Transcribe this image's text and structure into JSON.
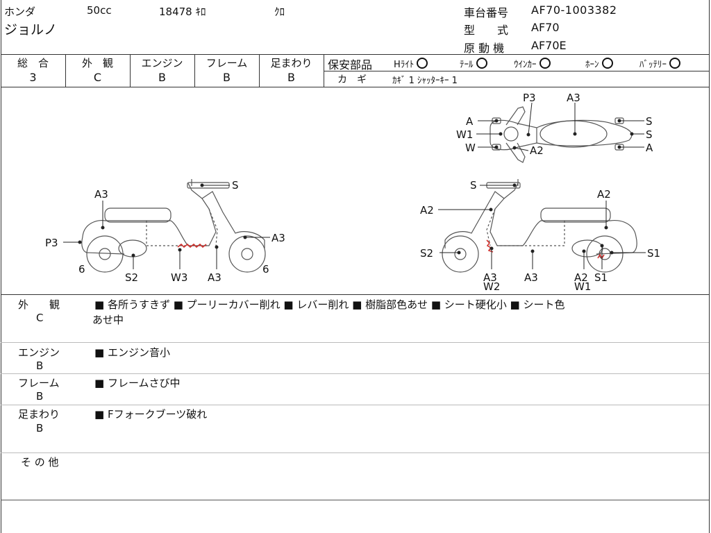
{
  "header": {
    "maker": "ホンダ",
    "displacement": "50cc",
    "mileage": "18478 ｷﾛ",
    "color": "ｸﾛ",
    "model_name": "ジョルノ",
    "frame_no_label": "車台番号",
    "frame_no_value": "AF70-1003382",
    "type_label": "型　　式",
    "type_value": "AF70",
    "engine_label": "原 動 機",
    "engine_value": "AF70E"
  },
  "grades": {
    "cols": [
      {
        "label": "総　合",
        "value": "3"
      },
      {
        "label": "外　観",
        "value": "C"
      },
      {
        "label": "エンジン",
        "value": "B"
      },
      {
        "label": "フレーム",
        "value": "B"
      },
      {
        "label": "足まわり",
        "value": "B"
      }
    ]
  },
  "safety": {
    "label": "保安部品",
    "items": [
      {
        "label": "Hﾗｲﾄ",
        "mark": "O"
      },
      {
        "label": "ﾃｰﾙ",
        "mark": "O"
      },
      {
        "label": "ｳｲﾝｶｰ",
        "mark": "O"
      },
      {
        "label": "ﾎｰﾝ",
        "mark": "O"
      },
      {
        "label": "ﾊﾞｯﾃﾘｰ",
        "mark": "O"
      }
    ],
    "key_label": "カ　ギ",
    "key_value": "ｶｷﾞ 1  ｼｬｯﾀｰｷｰ 1"
  },
  "diagram": {
    "top_labels": [
      "P3",
      "A3",
      "A",
      "W1",
      "W",
      "A2",
      "S",
      "S",
      "A"
    ],
    "left_labels": [
      "S",
      "A3",
      "P3",
      "A3",
      "6",
      "S2",
      "W3",
      "A3",
      "6"
    ],
    "right_labels": [
      "S",
      "A2",
      "A2",
      "S2",
      "A3",
      "W2",
      "A3",
      "A2",
      "W1",
      "S1",
      "S1"
    ]
  },
  "remarks": [
    {
      "category": "外　　観",
      "grade": "C",
      "lines": [
        "■ 各所うすきず ■ プーリーカバー削れ ■ レバー削れ ■ 樹脂部色あせ ■ シート硬化小 ■ シート色",
        "あせ中"
      ]
    },
    {
      "category": "エンジン",
      "grade": "B",
      "lines": [
        "■ エンジン音小"
      ]
    },
    {
      "category": "フレーム",
      "grade": "B",
      "lines": [
        "■ フレームさび中"
      ]
    },
    {
      "category": "足まわり",
      "grade": "B",
      "lines": [
        "■ Fフォークブーツ破れ"
      ]
    },
    {
      "category": "そ の 他",
      "grade": "",
      "lines": []
    }
  ],
  "colors": {
    "line": "#333333",
    "damage_mark": "#d0312d",
    "sketch": "#555555"
  }
}
